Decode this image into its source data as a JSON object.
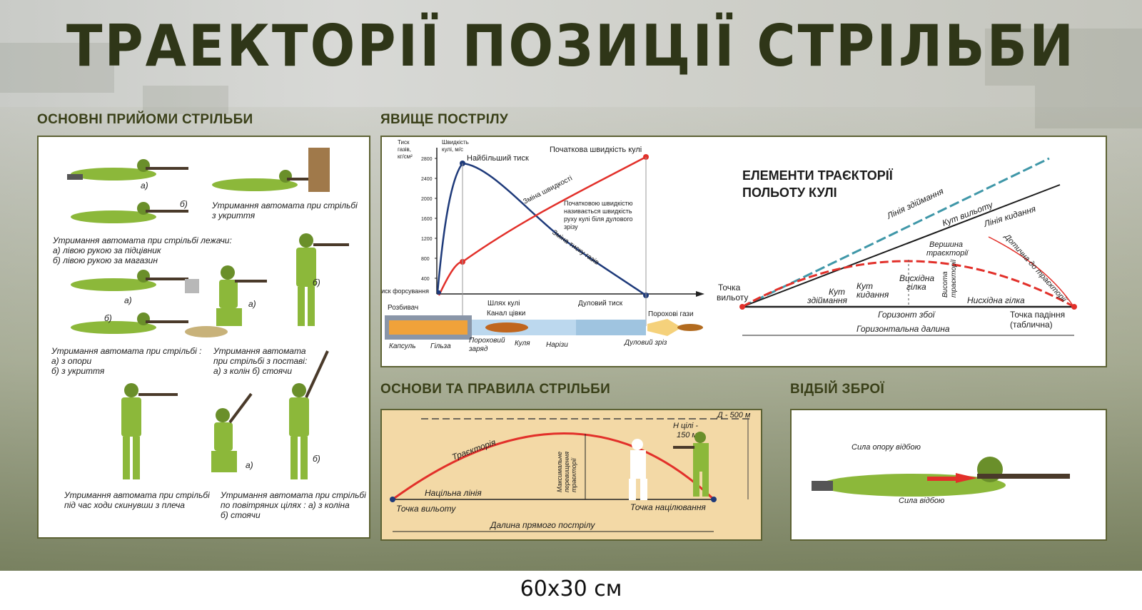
{
  "title": "ТРАЕКТОРІЇ ПОЗИЦІЇ СТРІЛЬБИ",
  "footer_size": "60x30 см",
  "colors": {
    "title": "#2f3618",
    "panel_border": "#5d6234",
    "red": "#e2302a",
    "blue": "#1e3a7a",
    "teal": "#3f97a8",
    "soldier_green": "#8cb83a",
    "tan": "#f3d9a6"
  },
  "sections": {
    "techniques": {
      "title": "ОСНОВНІ ПРИЙОМИ СТРІЛЬБИ",
      "marker_a": "а)",
      "marker_b": "б)",
      "captions": {
        "cover": [
          "Утримання автомата при стрільбі",
          "з укриття"
        ],
        "lying": [
          "Утримання автомата при стрільбі лежачи:",
          "а) лівою рукою за підцівник",
          "б) лівою рукою за магазин"
        ],
        "support": [
          "Утримання автомата при стрільбі :",
          "а) з опори",
          "б) з укриття"
        ],
        "postures": [
          "Утримання автомата",
          "при стрільбі з поставі:",
          "а) з колін  б) стоячи"
        ],
        "walking": [
          "Утримання автомата при стрільбі",
          "під час ходи скинувши з плеча"
        ],
        "air": [
          "Утримання автомата при стрільбі",
          "по повітряних цілях : а) з коліна",
          "б) стоячи"
        ]
      }
    },
    "shot": {
      "title": "ЯВИЩЕ ПОСТРІЛУ",
      "y1_label": [
        "Тиск",
        "газів,",
        "кг/см²"
      ],
      "y2_label": [
        "Швидкість",
        "кулі, м/с"
      ],
      "y_ticks": [
        "2800",
        "2400",
        "2000",
        "1600",
        "1200",
        "800",
        "400"
      ],
      "peak_pressure": "Найбільший тиск",
      "initial_velocity": "Початкова швидкість кулі",
      "velocity_change": "Зміна швидкості",
      "pressure_change": "Зміна тиску газів",
      "definition": [
        "Початковою швидкістю",
        "називається швидкість",
        "руху кулі біля дулового",
        "зрізу"
      ],
      "forcing_pressure": "Тиск форсування",
      "bullet_path": "Шлях кулі",
      "muzzle_pressure": "Дуловий тиск",
      "exploder": "Розбивач",
      "bore": "Канал цівки",
      "powder_gases": "Порохові гази",
      "parts": [
        "Капсуль",
        "Гільза",
        "Пороховий",
        "заряд",
        "Куля",
        "Нарізи",
        "Дуловий зріз"
      ]
    },
    "elements": {
      "title": [
        "ЕЛЕМЕНТИ ТРАЄКТОРІЇ",
        "ПОЛЬОТУ КУЛІ"
      ],
      "departure_line": "Лінія здіймання",
      "departure_angle_top": "Кут вильоту",
      "throw_line": "Лінія кидання",
      "tangent": "Дотична до траєкторії",
      "apex": [
        "Вершина",
        "траєкторії"
      ],
      "ascending": [
        "Висхідна",
        "гілка"
      ],
      "height": [
        "Висота",
        "траєкторії"
      ],
      "descending": "Нисхідна гілка",
      "departure_point": [
        "Точка",
        "вильоту"
      ],
      "elevation_angle": [
        "Кут",
        "здіймання"
      ],
      "throw_angle": [
        "Кут",
        "кидання"
      ],
      "horizon": "Горизонт збої",
      "impact_point": [
        "Точка падіння",
        "(таблична)"
      ],
      "range": "Горизонтальна далина"
    },
    "rules": {
      "title": "ОСНОВИ ТА ПРАВИЛА СТРІЛЬБИ",
      "distance": "Д - 500 м",
      "target_height": [
        "Н цілі -",
        "150 м"
      ],
      "trajectory": "Траєкторія",
      "max_excess": [
        "Максимальне",
        "перевищення",
        "траєкторії"
      ],
      "aim_line": "Націльна лінія",
      "departure_point": "Точка вильоту",
      "aim_point": "Точка націлювання",
      "point_blank": "Далина прямого пострілу"
    },
    "recoil": {
      "title": "ВІДБІЙ ЗБРОЇ",
      "support_force": "Сила опору відбою",
      "recoil_force": "Сила відбою"
    }
  }
}
